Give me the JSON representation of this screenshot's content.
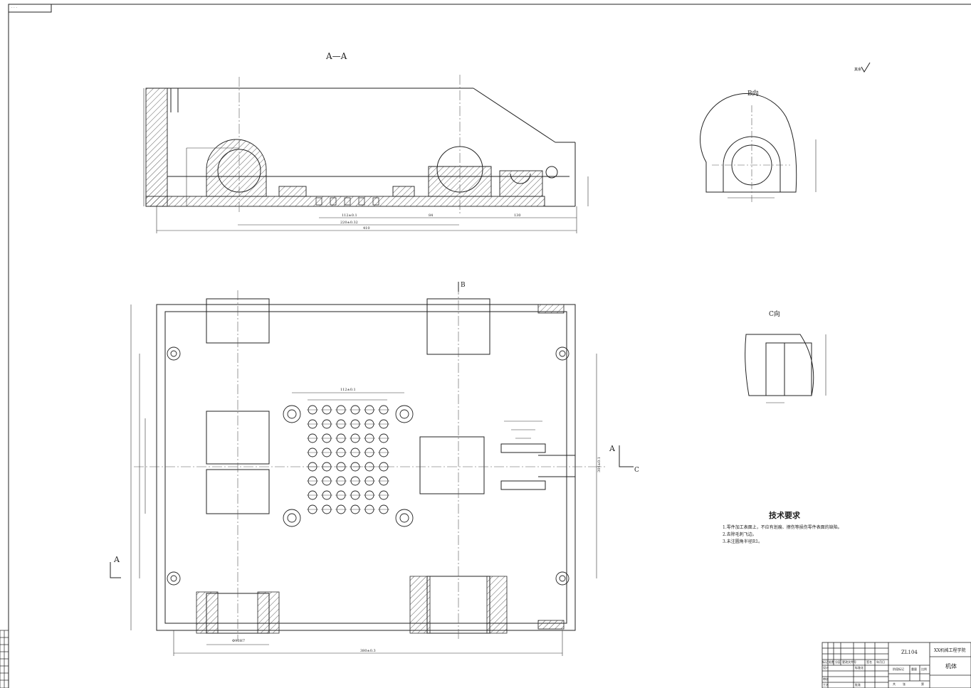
{
  "corner_label": "· · ·  ",
  "views": {
    "section": "A—A",
    "b_view": "B向",
    "c_view": "C向",
    "arrow_b": "B",
    "arrow_a": "A",
    "arrow_c": "C"
  },
  "roughness_note": "其余",
  "dimensions": {
    "section_overall": "410",
    "section_inner_1": "220±0.32",
    "section_inner_2": "112±0.1",
    "section_right_1": "84",
    "section_right_2": "130",
    "plan_overall_width": "380±0.3",
    "plan_hole_span": "112±0.1",
    "plan_height": "304±0.1",
    "plan_bore": "Φ90H7"
  },
  "technical_requirements": {
    "title": "技术要求",
    "items": [
      "1.零件加工表面上，不应有划痕、擦伤等损伤零件表面的缺陷。",
      "2.去除毛刺飞边。",
      "3.未注圆角半径R1。"
    ]
  },
  "title_block": {
    "material": "ZL104",
    "school": "XX机械工程学院",
    "part_name": "机体",
    "headers": [
      "标记",
      "处数",
      "分区",
      "更改文件号",
      "签名",
      "年月日"
    ],
    "roles": [
      "设计",
      "审核",
      "工艺"
    ],
    "standardization": "标准化",
    "approve": "批准",
    "stage_mark": "阶段标记",
    "weight": "重量",
    "scale": "比例",
    "sheets_total": "共",
    "sheet_no": "第",
    "sheet_unit": "张"
  }
}
